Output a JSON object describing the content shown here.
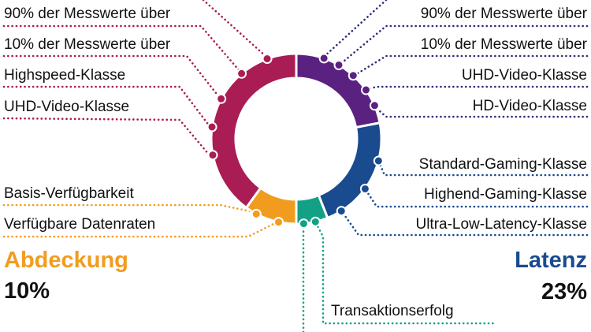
{
  "colors": {
    "crimson": "#a91d54",
    "purple": "#5b2180",
    "blue": "#1a4b8f",
    "teal": "#13a085",
    "orange": "#f29c1f",
    "text": "#111111"
  },
  "segments": [
    {
      "name": "purple",
      "share": 22
    },
    {
      "name": "blue",
      "share": 22
    },
    {
      "name": "teal",
      "share": 6
    },
    {
      "name": "orange",
      "share": 10
    },
    {
      "name": "crimson",
      "share": 40
    }
  ],
  "left_labels": [
    "90% der Messwerte über",
    "10% der Messwerte über",
    "Highspeed-Klasse",
    "UHD-Video-Klasse"
  ],
  "right_labels": [
    "90% der Messwerte über",
    "10% der Messwerte über",
    "UHD-Video-Klasse",
    "HD-Video-Klasse"
  ],
  "latency_labels": [
    "Standard-Gaming-Klasse",
    "Highend-Gaming-Klasse",
    "Ultra-Low-Latency-Klasse"
  ],
  "coverage_labels": [
    "Basis-Verfügbarkeit",
    "Verfügbare Datenraten"
  ],
  "reliability_label": "Transaktionserfolg",
  "coverage": {
    "title": "Abdeckung",
    "value": "10%"
  },
  "latency": {
    "title": "Latenz",
    "value": "23%"
  }
}
